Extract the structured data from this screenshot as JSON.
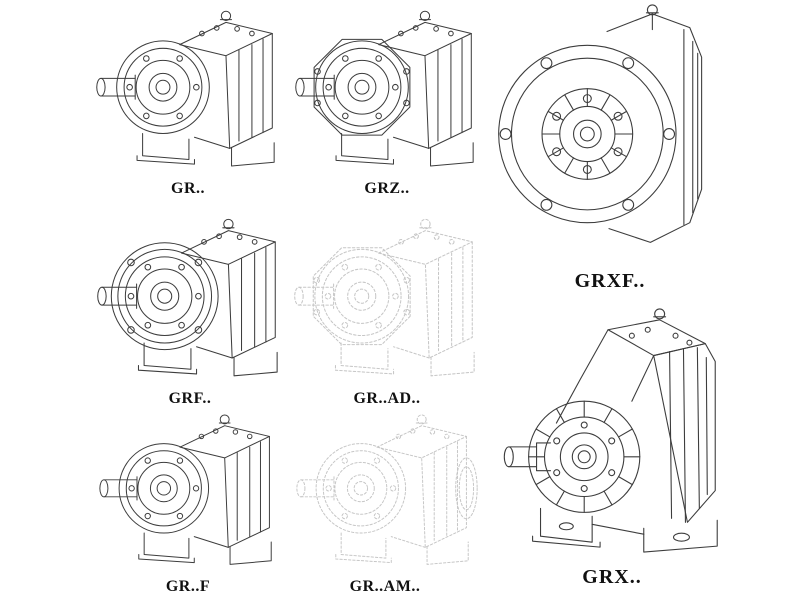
{
  "page": {
    "background": "#ffffff",
    "description": "Catalog sheet of GR series helical gear reducer technical line drawings"
  },
  "colors": {
    "line": "#3d3d3d",
    "faint_line": "#c6c6c6",
    "label_text": "#111111",
    "background": "#ffffff"
  },
  "figures": [
    {
      "label": "GR..",
      "drawing": "foot-mounted-helical-gearbox",
      "line_style": "solid"
    },
    {
      "label": "GRZ..",
      "drawing": "foot-mounted-gearbox-faceted-flange",
      "line_style": "solid"
    },
    {
      "label": "GRXF..",
      "drawing": "flange-mounted-gearbox-front-view",
      "line_style": "solid"
    },
    {
      "label": "GRF..",
      "drawing": "flange-mounted-helical-gearbox",
      "line_style": "solid"
    },
    {
      "label": "GR..AD..",
      "drawing": "gearbox-with-input-adapter",
      "line_style": "dashed-faint"
    },
    {
      "label": "GRX..",
      "drawing": "large-foot-mounted-gearbox",
      "line_style": "solid"
    },
    {
      "label": "GR..F",
      "drawing": "foot-mounted-helical-gearbox",
      "line_style": "solid"
    },
    {
      "label": "GR..AM..",
      "drawing": "gearbox-with-motor-adapter-flange",
      "line_style": "dashed-faint"
    }
  ]
}
